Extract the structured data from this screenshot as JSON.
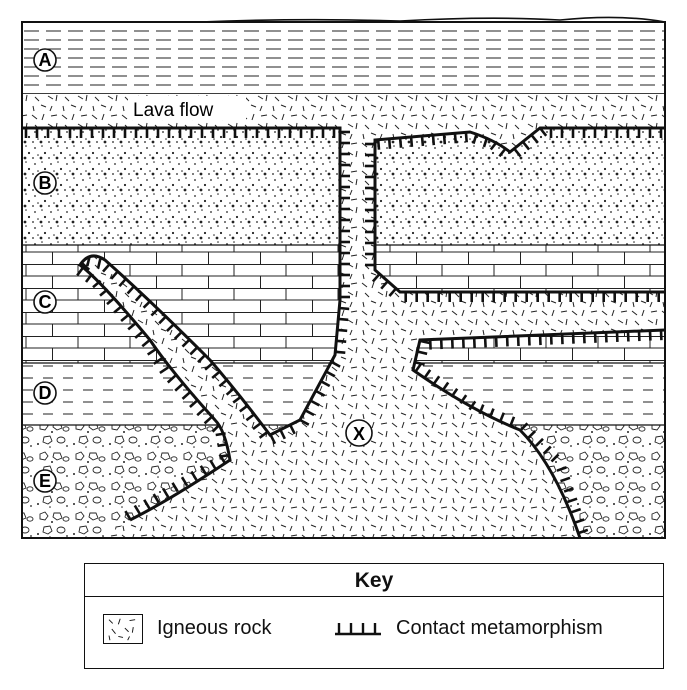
{
  "layers": [
    {
      "label": "A"
    },
    {
      "label": "B"
    },
    {
      "label": "C"
    },
    {
      "label": "D"
    },
    {
      "label": "E"
    }
  ],
  "intrusion_label": "X",
  "lava_flow_label": "Lava flow",
  "key": {
    "title": "Key",
    "items": [
      {
        "label": "Igneous rock",
        "icon": "igneous-pattern-icon"
      },
      {
        "label": "Contact metamorphism",
        "icon": "contact-tick-icon"
      }
    ]
  }
}
